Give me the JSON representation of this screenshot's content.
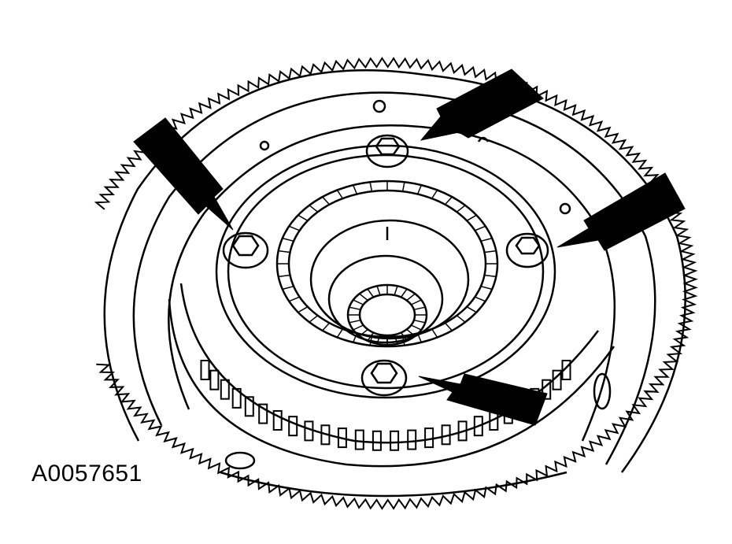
{
  "figure": {
    "id_label": "A0057651",
    "stroke_color": "#000000",
    "background_color": "#ffffff",
    "bolt_count": 4,
    "arrow_count": 4
  }
}
